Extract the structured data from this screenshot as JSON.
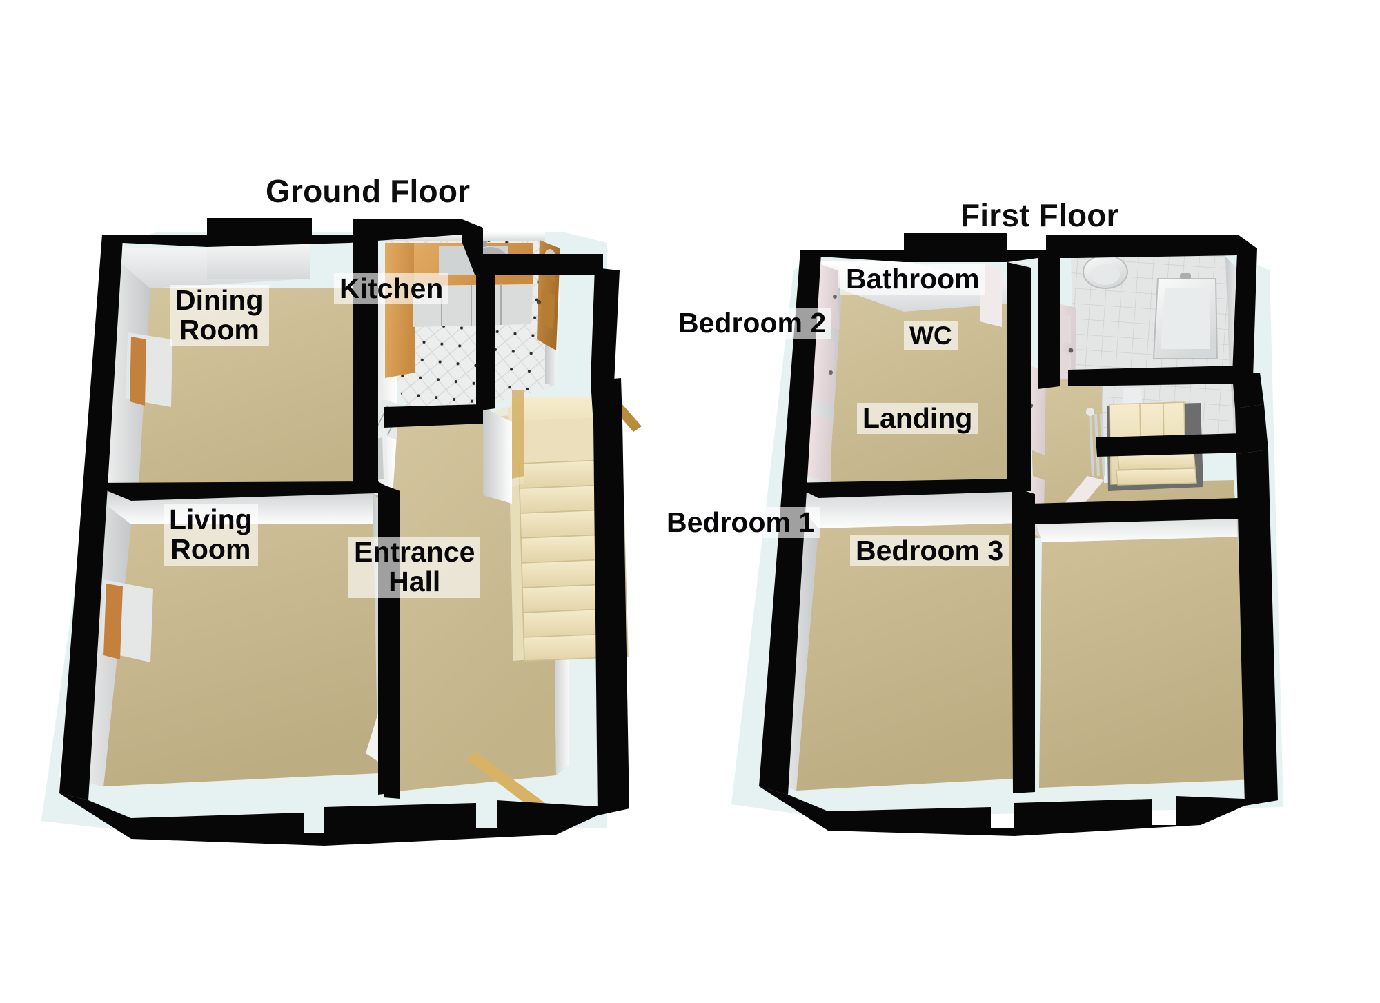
{
  "document": {
    "type": "residential-floorplan",
    "view": "3d-isometric-cutaway",
    "background_color": "#ffffff"
  },
  "palette": {
    "wall_cap": "#070707",
    "wall_face_light": "#ffffff",
    "wall_face_shade": "#b9bcbd",
    "carpet": "#cbbc93",
    "carpet_dark": "#b9a97f",
    "kitchen_tile": "#eef0ef",
    "kitchen_wood": "#d79a52",
    "stair_tread": "#efe3bb",
    "stair_void": "#6d6d6d",
    "ground_tint": "#e2efee",
    "label_bg": "rgba(255,255,255,0.62)",
    "title_color": "#0d0d0d",
    "door_wood": "#b8782f"
  },
  "floors": [
    {
      "id": "ground",
      "title": "Ground Floor",
      "rooms": [
        {
          "id": "dining-room",
          "label": "Dining Room",
          "lines": [
            "Dining",
            "Room"
          ],
          "floor_finish": "carpet"
        },
        {
          "id": "kitchen",
          "label": "Kitchen",
          "lines": [
            "Kitchen"
          ],
          "floor_finish": "tile"
        },
        {
          "id": "living-room",
          "label": "Living Room",
          "lines": [
            "Living",
            "Room"
          ],
          "floor_finish": "carpet"
        },
        {
          "id": "entrance-hall",
          "label": "Entrance Hall",
          "lines": [
            "Entrance",
            "Hall"
          ],
          "floor_finish": "carpet"
        }
      ],
      "features": [
        "staircase-up",
        "front-door",
        "kitchen-units",
        "kitchen-sink",
        "radiator",
        "dining-radiator",
        "living-radiator",
        "bay-window-recess"
      ]
    },
    {
      "id": "first",
      "title": "First Floor",
      "rooms": [
        {
          "id": "bedroom-2",
          "label": "Bedroom 2",
          "lines": [
            "Bedroom 2"
          ],
          "floor_finish": "carpet"
        },
        {
          "id": "bathroom",
          "label": "Bathroom",
          "lines": [
            "Bathroom"
          ],
          "floor_finish": "tile"
        },
        {
          "id": "wc",
          "label": "WC",
          "lines": [
            "WC"
          ],
          "floor_finish": "tile"
        },
        {
          "id": "landing",
          "label": "Landing",
          "lines": [
            "Landing"
          ],
          "floor_finish": "carpet"
        },
        {
          "id": "bedroom-1",
          "label": "Bedroom 1",
          "lines": [
            "Bedroom 1"
          ],
          "floor_finish": "carpet"
        },
        {
          "id": "bedroom-3",
          "label": "Bedroom 3",
          "lines": [
            "Bedroom 3"
          ],
          "floor_finish": "carpet"
        }
      ],
      "features": [
        "staircase-down",
        "bath",
        "wash-basin",
        "wardrobe-doors",
        "bedroom-doors",
        "landing-balustrade"
      ]
    }
  ]
}
